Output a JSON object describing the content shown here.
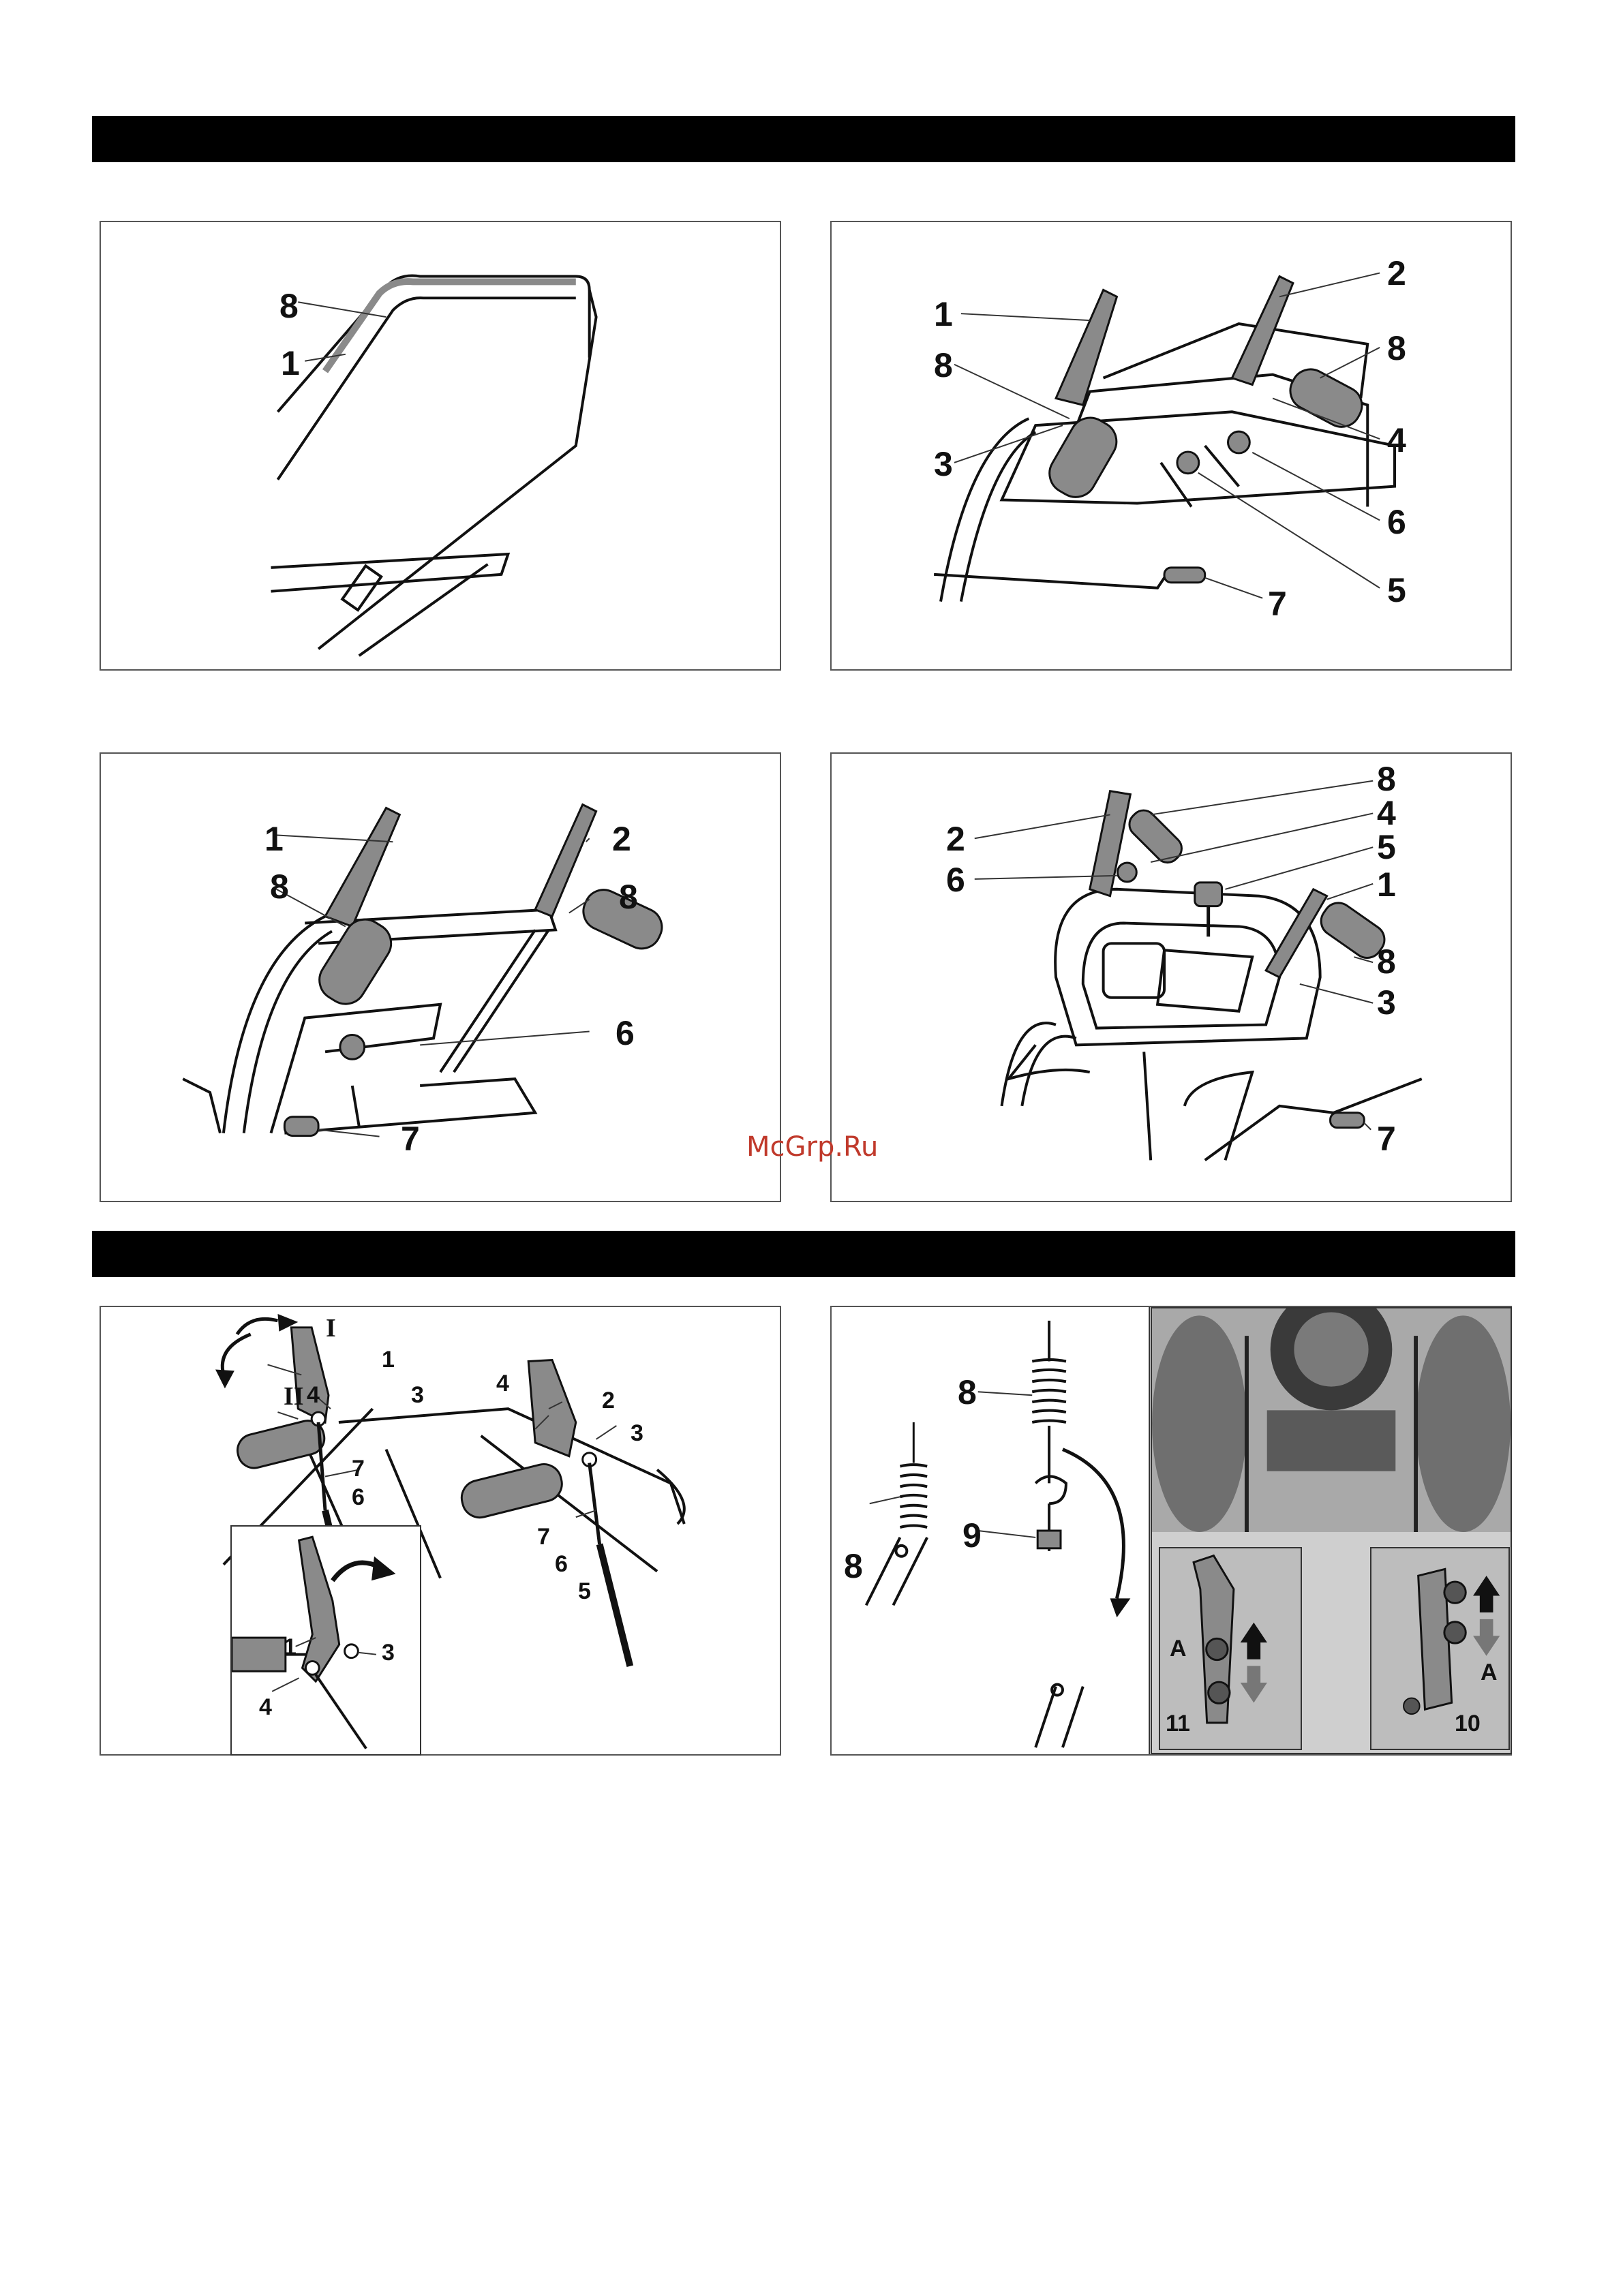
{
  "watermark": "McGrp.Ru",
  "fig1": {
    "labels": [
      "8",
      "1"
    ]
  },
  "fig2": {
    "labels": [
      "1",
      "8",
      "3",
      "2",
      "8",
      "4",
      "6",
      "5",
      "7"
    ]
  },
  "fig3": {
    "labels": [
      "1",
      "8",
      "2",
      "8",
      "6",
      "7"
    ]
  },
  "fig4": {
    "labels": [
      "8",
      "4",
      "5",
      "2",
      "6",
      "1",
      "8",
      "3",
      "7"
    ]
  },
  "fig5": {
    "labels": [
      "I",
      "II",
      "1",
      "4",
      "3",
      "7",
      "6",
      "4",
      "2",
      "3",
      "7",
      "6",
      "5"
    ],
    "inset_labels": [
      "1",
      "3",
      "4"
    ]
  },
  "fig6": {
    "labels": [
      "8",
      "9",
      "8"
    ],
    "photo_left_labels": [
      "A",
      "11"
    ],
    "photo_right_labels": [
      "A",
      "10"
    ]
  },
  "colors": {
    "bar": "#000000",
    "watermark": "#c0392b",
    "part_gray": "#8a8a8a"
  }
}
